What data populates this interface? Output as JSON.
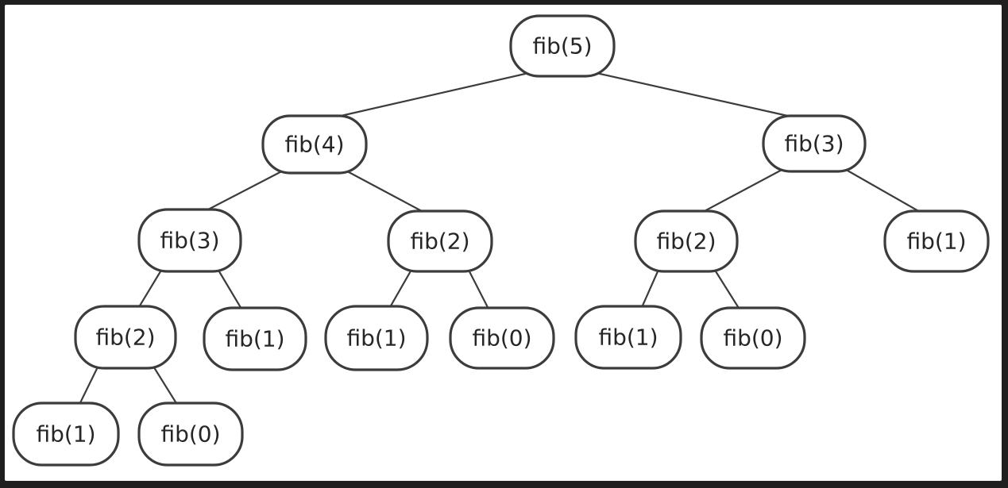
{
  "tree": {
    "root": {
      "label": "fib(5)"
    },
    "l1_left": {
      "label": "fib(4)"
    },
    "l1_right": {
      "label": "fib(3)"
    },
    "l2_a": {
      "label": "fib(3)"
    },
    "l2_b": {
      "label": "fib(2)"
    },
    "l2_c": {
      "label": "fib(2)"
    },
    "l2_d": {
      "label": "fib(1)"
    },
    "l3_a": {
      "label": "fib(2)"
    },
    "l3_b": {
      "label": "fib(1)"
    },
    "l3_c": {
      "label": "fib(1)"
    },
    "l3_d": {
      "label": "fib(0)"
    },
    "l3_e": {
      "label": "fib(1)"
    },
    "l3_f": {
      "label": "fib(0)"
    },
    "l4_a": {
      "label": "fib(1)"
    },
    "l4_b": {
      "label": "fib(0)"
    }
  },
  "edges": [
    [
      "root",
      "l1_left"
    ],
    [
      "root",
      "l1_right"
    ],
    [
      "l1_left",
      "l2_a"
    ],
    [
      "l1_left",
      "l2_b"
    ],
    [
      "l1_right",
      "l2_c"
    ],
    [
      "l1_right",
      "l2_d"
    ],
    [
      "l2_a",
      "l3_a"
    ],
    [
      "l2_a",
      "l3_b"
    ],
    [
      "l2_b",
      "l3_c"
    ],
    [
      "l2_b",
      "l3_d"
    ],
    [
      "l2_c",
      "l3_e"
    ],
    [
      "l2_c",
      "l3_f"
    ],
    [
      "l3_a",
      "l4_a"
    ],
    [
      "l3_a",
      "l4_b"
    ]
  ],
  "colors": {
    "stroke": "#3c3c3c",
    "text": "#262626",
    "background": "#ffffff",
    "border": "#1f1f1f"
  }
}
